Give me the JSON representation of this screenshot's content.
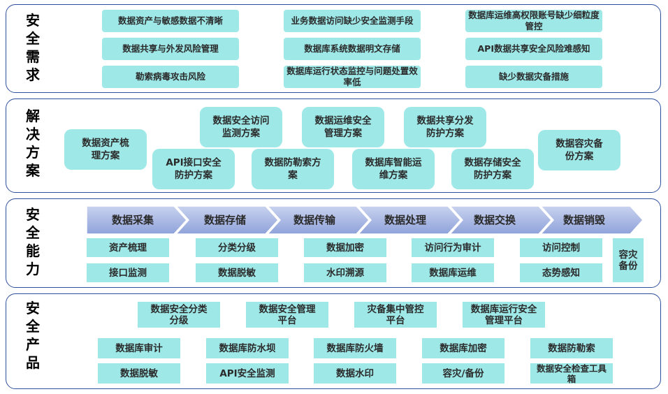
{
  "sections": {
    "req": "安全需求",
    "sol": "解决方案",
    "cap": "安全能力",
    "prod": "安全产品"
  },
  "requirements": [
    "数据资产与敏感数据不清晰",
    "业务数据访问缺少安全监测手段",
    "数据库运维高权限账号缺少细粒度管控",
    "数据共享与外发风险管理",
    "数据库系统数据明文存储",
    "API数据共享安全风险难感知",
    "勒索病毒攻击风险",
    "数据库运行状态监控与问题处置效率低",
    "缺少数据灾备措施"
  ],
  "solutions": [
    "数据资产梳理方案",
    "数据安全访问监测方案",
    "数据运维安全管理方案",
    "数据共享分发防护方案",
    "数据容灾备份方案",
    "API接口安全防护方案",
    "数据防勒索方案",
    "数据库智能运维方案",
    "数据存储安全防护方案"
  ],
  "flow_stages": [
    "数据采集",
    "数据存储",
    "数据传输",
    "数据处理",
    "数据交换",
    "数据销毁"
  ],
  "capabilities": [
    "资产梳理",
    "分类分级",
    "数据加密",
    "访问行为审计",
    "访问控制",
    "接口监测",
    "数据脱敏",
    "水印溯源",
    "数据库运维",
    "态势感知",
    "容灾备份"
  ],
  "products": [
    "数据安全分类分级",
    "数据安全管理平台",
    "灾备集中管控平台",
    "数据库运行安全管理平台",
    "数据库审计",
    "数据库防水坝",
    "数据库防火墙",
    "数据库加密",
    "数据防勒索",
    "数据脱敏",
    "API安全监测",
    "数据水印",
    "容灾/备份",
    "数据安全检查工具箱"
  ],
  "colors": {
    "border": "#2f4f9e",
    "box": "#9ee8e8",
    "flow_fill_top": "#c9d3ef",
    "flow_fill_bottom": "#8fa2da"
  }
}
